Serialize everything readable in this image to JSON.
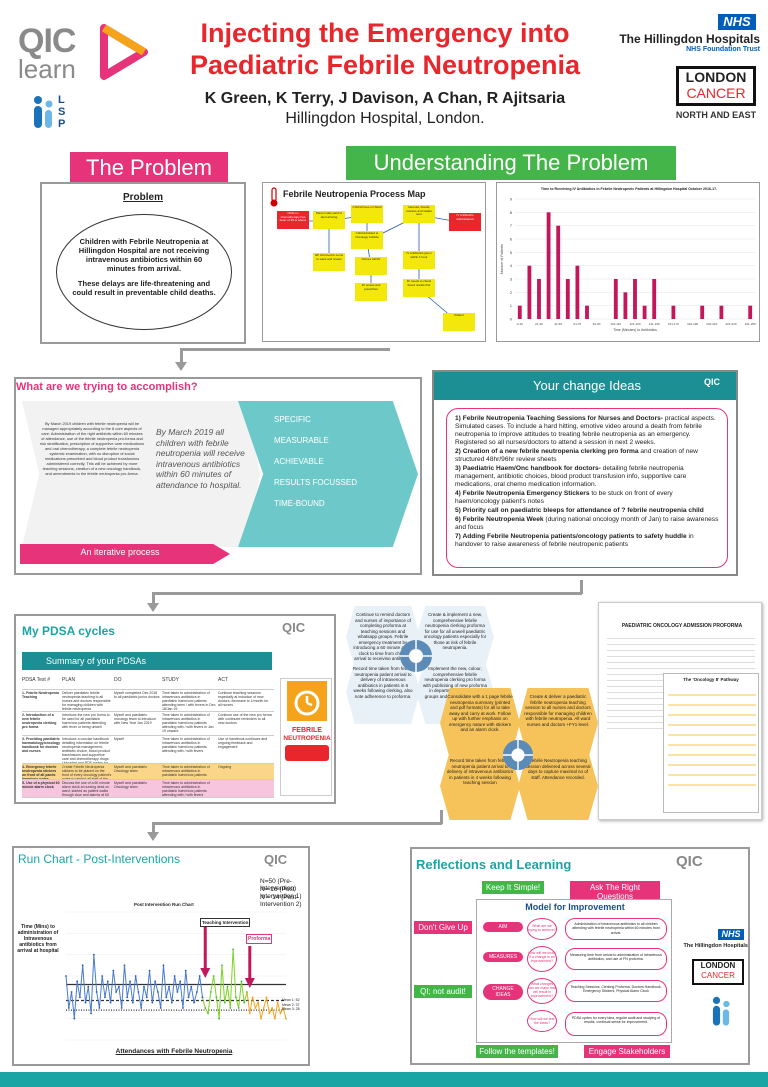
{
  "header": {
    "title_line1": "Injecting the Emergency into",
    "title_line2": "Paediatric Febrile Neutropenia",
    "authors": "K Green, K Terry, J Davison, A Chan, R Ajitsaria",
    "affiliation": "Hillingdon Hospital, London.",
    "qic_logo_top": "QIC",
    "qic_logo_bottom": "learn",
    "lsp": "LSP",
    "nhs": "NHS",
    "trust_name": "The Hillingdon Hospitals",
    "trust_sub": "NHS Foundation Trust",
    "london_cancer_1": "LONDON",
    "london_cancer_2": "CANCER",
    "north_east": "NORTH AND EAST"
  },
  "problem": {
    "heading": "The Problem",
    "box_title": "Problem",
    "text1": "Children with Febrile Neutropenia at Hillingdon Hospital are not receiving intravenous antibiotics within 60 minutes from arrival.",
    "text2": "These delays are life-threatening and could result in preventable child deaths."
  },
  "understanding": {
    "heading": "Understanding The Problem",
    "process_map_title": "Febrile Neutropenia Process Map",
    "process_boxes": [
      "Child on chemotherapy has fever of 38 or above",
      "Parent calls ward to alert arriving",
      "Child Arrives on Ward",
      "Child Admitted to Oncology Cubicle",
      "Cannula, bloods, cultures and swabs sent",
      "IV antibiotics administered",
      "GP informed to come to ward and review",
      "Nurses call Dr",
      "Dr review and prescribes",
      "IV antibiotics given within 1 hour",
      "Dr needs to check blood results first",
      "Patient"
    ],
    "chart_title": "Time to Receiving IV Antibiotics in Febrile Neutropenic Patients at Hillingdon Hospital October 2016-17.",
    "chart_xlabel": "Time (Minutes) to Antibiotics"
  },
  "accomplish": {
    "heading": "What are we trying to accomplish?",
    "small_text": "By March 2019 children with febrile neutropenia will be managed appropriately according to the 8 core aspects of care: Administration of the right antibiotic within 60 minutes of attendance, use of the febrile neutropenia pro-forma and risk stratification, prescription of supportive care medications and oral chemotherapy, a complete febrile neutropenia systemic examination, with no disruption of social medications prescribed and blood product transfusions administered correctly. This will be achieved by more teaching sessions, creation of a new oncology handbook, and amendments to the febrile neutropenia pro-forma.",
    "big_text": "By March 2019 all children with febrile neutropenia will receive intravenous antibiotics within 60 minutes of attendance to hospital.",
    "smart": [
      "SPECIFIC",
      "MEASURABLE",
      "ACHIEVABLE",
      "RESULTS FOCUSSED",
      "TIME-BOUND"
    ],
    "iterative": "An iterative process"
  },
  "change": {
    "heading": "Your change Ideas",
    "items": [
      {
        "b": "1) Febrile Neutropenia Teaching Sessions for Nurses and Doctors-",
        "t": " practical aspects. Simulated cases. To include a hard hitting, emotive video around a death from febrile neutropenia to improve attitudes to treating febrile neutropenia as an emergency. Registered so all nurses/doctors to attend a session in next 2 weeks."
      },
      {
        "b": "2) Creation of a new febrile neutropenia clerking pro forma",
        "t": " and creation of new structured 48hr/96hr review sheets"
      },
      {
        "b": "3) Paediatric Haem/Onc handbook for doctors-",
        "t": " detailing febrile neutropenia management, antibiotic choices, blood product transfusion info, supportive care medications, oral chemo medication information."
      },
      {
        "b": "4) Febrile Neutropenia Emergency Stickers",
        "t": " to be stuck on front of every haem/oncology patient's notes"
      },
      {
        "b": "5) Priority call on paediatric bleeps for attendance of ? febrile neutropenia child",
        "t": ""
      },
      {
        "b": "6) Febrile Neutropenia Week",
        "t": " (during national oncology month of Jan) to raise awareness and focus"
      },
      {
        "b": "7) Adding Febrile Neutropenia patients/oncology patients to safety huddle",
        "t": " in handover to raise awareness of febrile neutropenic patients"
      }
    ]
  },
  "pdsa": {
    "heading": "My PDSA cycles",
    "summary": "Summary of your PDSAs",
    "cols": [
      "PDSA Test #",
      "PLAN",
      "DO",
      "STUDY",
      "ACT"
    ],
    "rows": [
      [
        "1- Febrile Neutropenia Teaching",
        "Deliver paediatric febrile neutropenia teaching to all nurses and doctors responsible for managing children with febrile neutropenia",
        "Myself completed Dec 2018 to all paediatric junior doctors",
        "Time taken to administration of intravenous antibiotics in paediatric haem/onc patients attending seen / with fevers in Dec 18/Jan 19",
        "Continue teaching sessions especially at induction of new doctors, decrease to 1/month for all nurses"
      ],
      [
        "2- Introduction of a new febrile neutropenia clerking pro forma",
        "Introduce the new pro forma to be used for all paediatric haem/onc patients attending with fever or being unwell",
        "Myself and paediatric oncology team to introduce with New Year Jan 2019",
        "Time taken to administration of intravenous antibiotics in paediatric haem/onc patients attending with / with fevers in Jan 19 onward",
        "Continue use of the new pro forma with continued reminders to all new doctors"
      ],
      [
        "3- Providing paediatric haematology/oncology handbook for doctors and nurses",
        "Introduce a concise handbook detailing information on febrile neutropenia management, antibiotic choice, blood product transfusions and supportive care and chemotherapy drugs. Uploaded and PDF copies for easy access on mobile devices and saved in PDF on common drive",
        "Myself",
        "Time taken to administration of intravenous antibiotics in paediatric haem/onc patients attending with / with fevers",
        "Use of handbook continues and ongoing feedback and engagement"
      ],
      [
        "4- Emergency febrile neutropenia stickers on front of all paeds haem/onc notes",
        "Create Febrile Neutropenia stickers to be placed on the front of every oncology patient's notes to remind all staff of the urgency",
        "Myself and paediatric Oncology team",
        "Time taken to administration of intravenous antibiotics in paediatric haem/onc patients",
        "Ongoing"
      ],
      [
        "5- Use of a physical 60 minute alarm clock",
        "Discuss the use of a 60 minute alarm clock at nursing desk on ward, started as patient walks through door and alarms at 60 minutes to add time pressure to delivery of intravenous antibiotics",
        "Myself and paediatric Oncology team",
        "Time taken to administration of intravenous antibiotics in paediatric haem/onc patients attending with / with fevers",
        ""
      ]
    ],
    "fn_label_1": "FEBRILE",
    "fn_label_2": "NEUTROPENIA",
    "cycle_hexes": [
      "Continue to remind doctors and nurses of importance of completing proforma at teaching sessions and whatsapp groups. Febrile emergency treatment by introducing a 60 minute alarm clock to time from child's arrival to receiving antibiotics",
      "Create & implement a new, comprehensive febrile neutropenia clerking proforma for use for all unwell paediatric oncology patients especially for those at risk of febrile neutropenia.",
      "Record time taken from febrile neutropenia patient arrival to delivery of intravenous antibiotics in patients in 6 weeks following clerking, also note adherence to proforma.",
      "Implement the new, colour, comprehensive febrile neutropenia clerking pro forma with publicising of new proforma in departmental whatsapp groups and teaching sessions."
    ],
    "hexes_yellow": [
      "Consolidate with a 1 page febrile neutropenia summary (printed and pdf formats) for all to take away and carry at work. Follow up with further emphasis on emergency nature with stickers and an alarm clock.",
      "Create & deliver a paediatric febrile neutropenia teaching session to all nurses and doctors responsible for managing children with febrile neutropenia. All ward nurses and doctors +FY1 level.",
      "Record time taken from febrile neutropenia patient arrival to delivery of intravenous antibiotics in patients in 4 weeks following teaching session",
      "Febrile Neutropenia teaching session delivered across several days to capture maximal no of staff. Attendance recorded."
    ],
    "proforma_title": "PAEDIATRIC ONCOLOGY ADMISSION PROFORMA",
    "checklist_title": "The 'Oncology 8' Pathway"
  },
  "run": {
    "heading": "Run Chart - Post-Interventions",
    "n1": "N=50 (Pre-Intervention)",
    "n2": "N= 16 (Post Intervention 1)",
    "n3": "N = 14 (Post-Intervention 2)",
    "chart_title": "Post Intervention Run Chart",
    "ylabel": "Time (Mins) to administration of Intravenous antibiotics from arrival at hospital",
    "xlabel": "Attendances with Febrile Neutropenia",
    "annot1": "Teaching Intervention",
    "annot2": "Proforma",
    "legend": [
      "Mean 1: 52",
      "Mean 2: 37",
      "Mean 3: 28"
    ]
  },
  "reflect": {
    "heading": "Reflections and Learning",
    "keep": "Keep It Simple!",
    "ask": "Ask The Right Questions",
    "dont": "Don't Give Up",
    "qi": "QI; not audit!",
    "follow": "Follow the templates!",
    "engage": "Engage Stakeholders",
    "model_title": "Model for Improvement",
    "aim": "AIM",
    "measures": "MEASURES",
    "change": "CHANGE IDEAS",
    "q1": "What are we trying to achieve?",
    "q2": "How will we know if a change is an improvement?",
    "q3": "What changes can we make that will result in improvement?",
    "q4": "How will we test the ideas?",
    "r1": "Administration of intravenous antibiotics to all children attending with febrile neutropenia within 60 minutes from arrival.",
    "r2": "Measuring time from arrival to administration of intravenous antibiotics, and use of FN proforma.",
    "r3": "Teaching Sessions, Clerking Proforma, Doctors Handbook, Emergency Stickers, Physical Alarm Clock",
    "r4": "PDSA cycles for every idea, regular audit and studying of results, continual sense for improvement."
  },
  "chart_data": [
    {
      "type": "bar",
      "title": "Time to Receiving IV Antibiotics in Febrile Neutropenic Patients at Hillingdon Hospital October 2016-17.",
      "xlabel": "Time (Minutes) to Antibiotics",
      "ylabel": "Number of Patients",
      "categories": [
        "0-10",
        "11-20",
        "21-30",
        "31-40",
        "41-50",
        "51-60",
        "61-70",
        "71-80",
        "81-90",
        "91-100",
        "101-110",
        "111-120",
        "121-130",
        "131-140",
        "141-150",
        "151-160",
        "161-170",
        "171-180",
        "181-190",
        "191-200",
        "201-210",
        "211-220",
        "221-230",
        "231-240",
        "241-250"
      ],
      "values": [
        1,
        4,
        3,
        8,
        7,
        3,
        4,
        1,
        0,
        0,
        3,
        2,
        3,
        1,
        3,
        0,
        1,
        0,
        0,
        1,
        0,
        1,
        0,
        0,
        1
      ],
      "ylim": [
        0,
        9
      ]
    },
    {
      "type": "line",
      "title": "Post Intervention Run Chart",
      "xlabel": "Attendances with Febrile Neutropenia",
      "ylabel": "Time (Mins) to administration of Intravenous antibiotics from arrival at hospital",
      "series": [
        {
          "values": [
            60,
            30,
            45,
            20,
            55,
            40,
            70,
            35,
            50,
            25,
            80,
            45,
            30,
            60,
            40,
            55,
            35,
            65,
            45,
            50,
            30,
            70,
            40,
            55,
            35,
            60,
            45,
            30,
            50,
            40,
            65,
            35,
            55,
            45,
            30,
            70,
            40,
            50,
            35,
            60,
            45,
            55,
            30,
            65,
            40,
            50,
            35,
            45,
            60,
            40,
            30,
            25,
            45,
            60,
            40,
            20,
            70,
            35,
            50,
            30,
            85,
            40,
            30,
            55,
            35,
            45,
            25,
            40,
            30,
            35,
            20,
            30,
            40,
            25,
            30,
            20,
            35,
            25,
            30,
            20
          ]
        }
      ],
      "ylim": [
        0,
        120
      ]
    }
  ]
}
